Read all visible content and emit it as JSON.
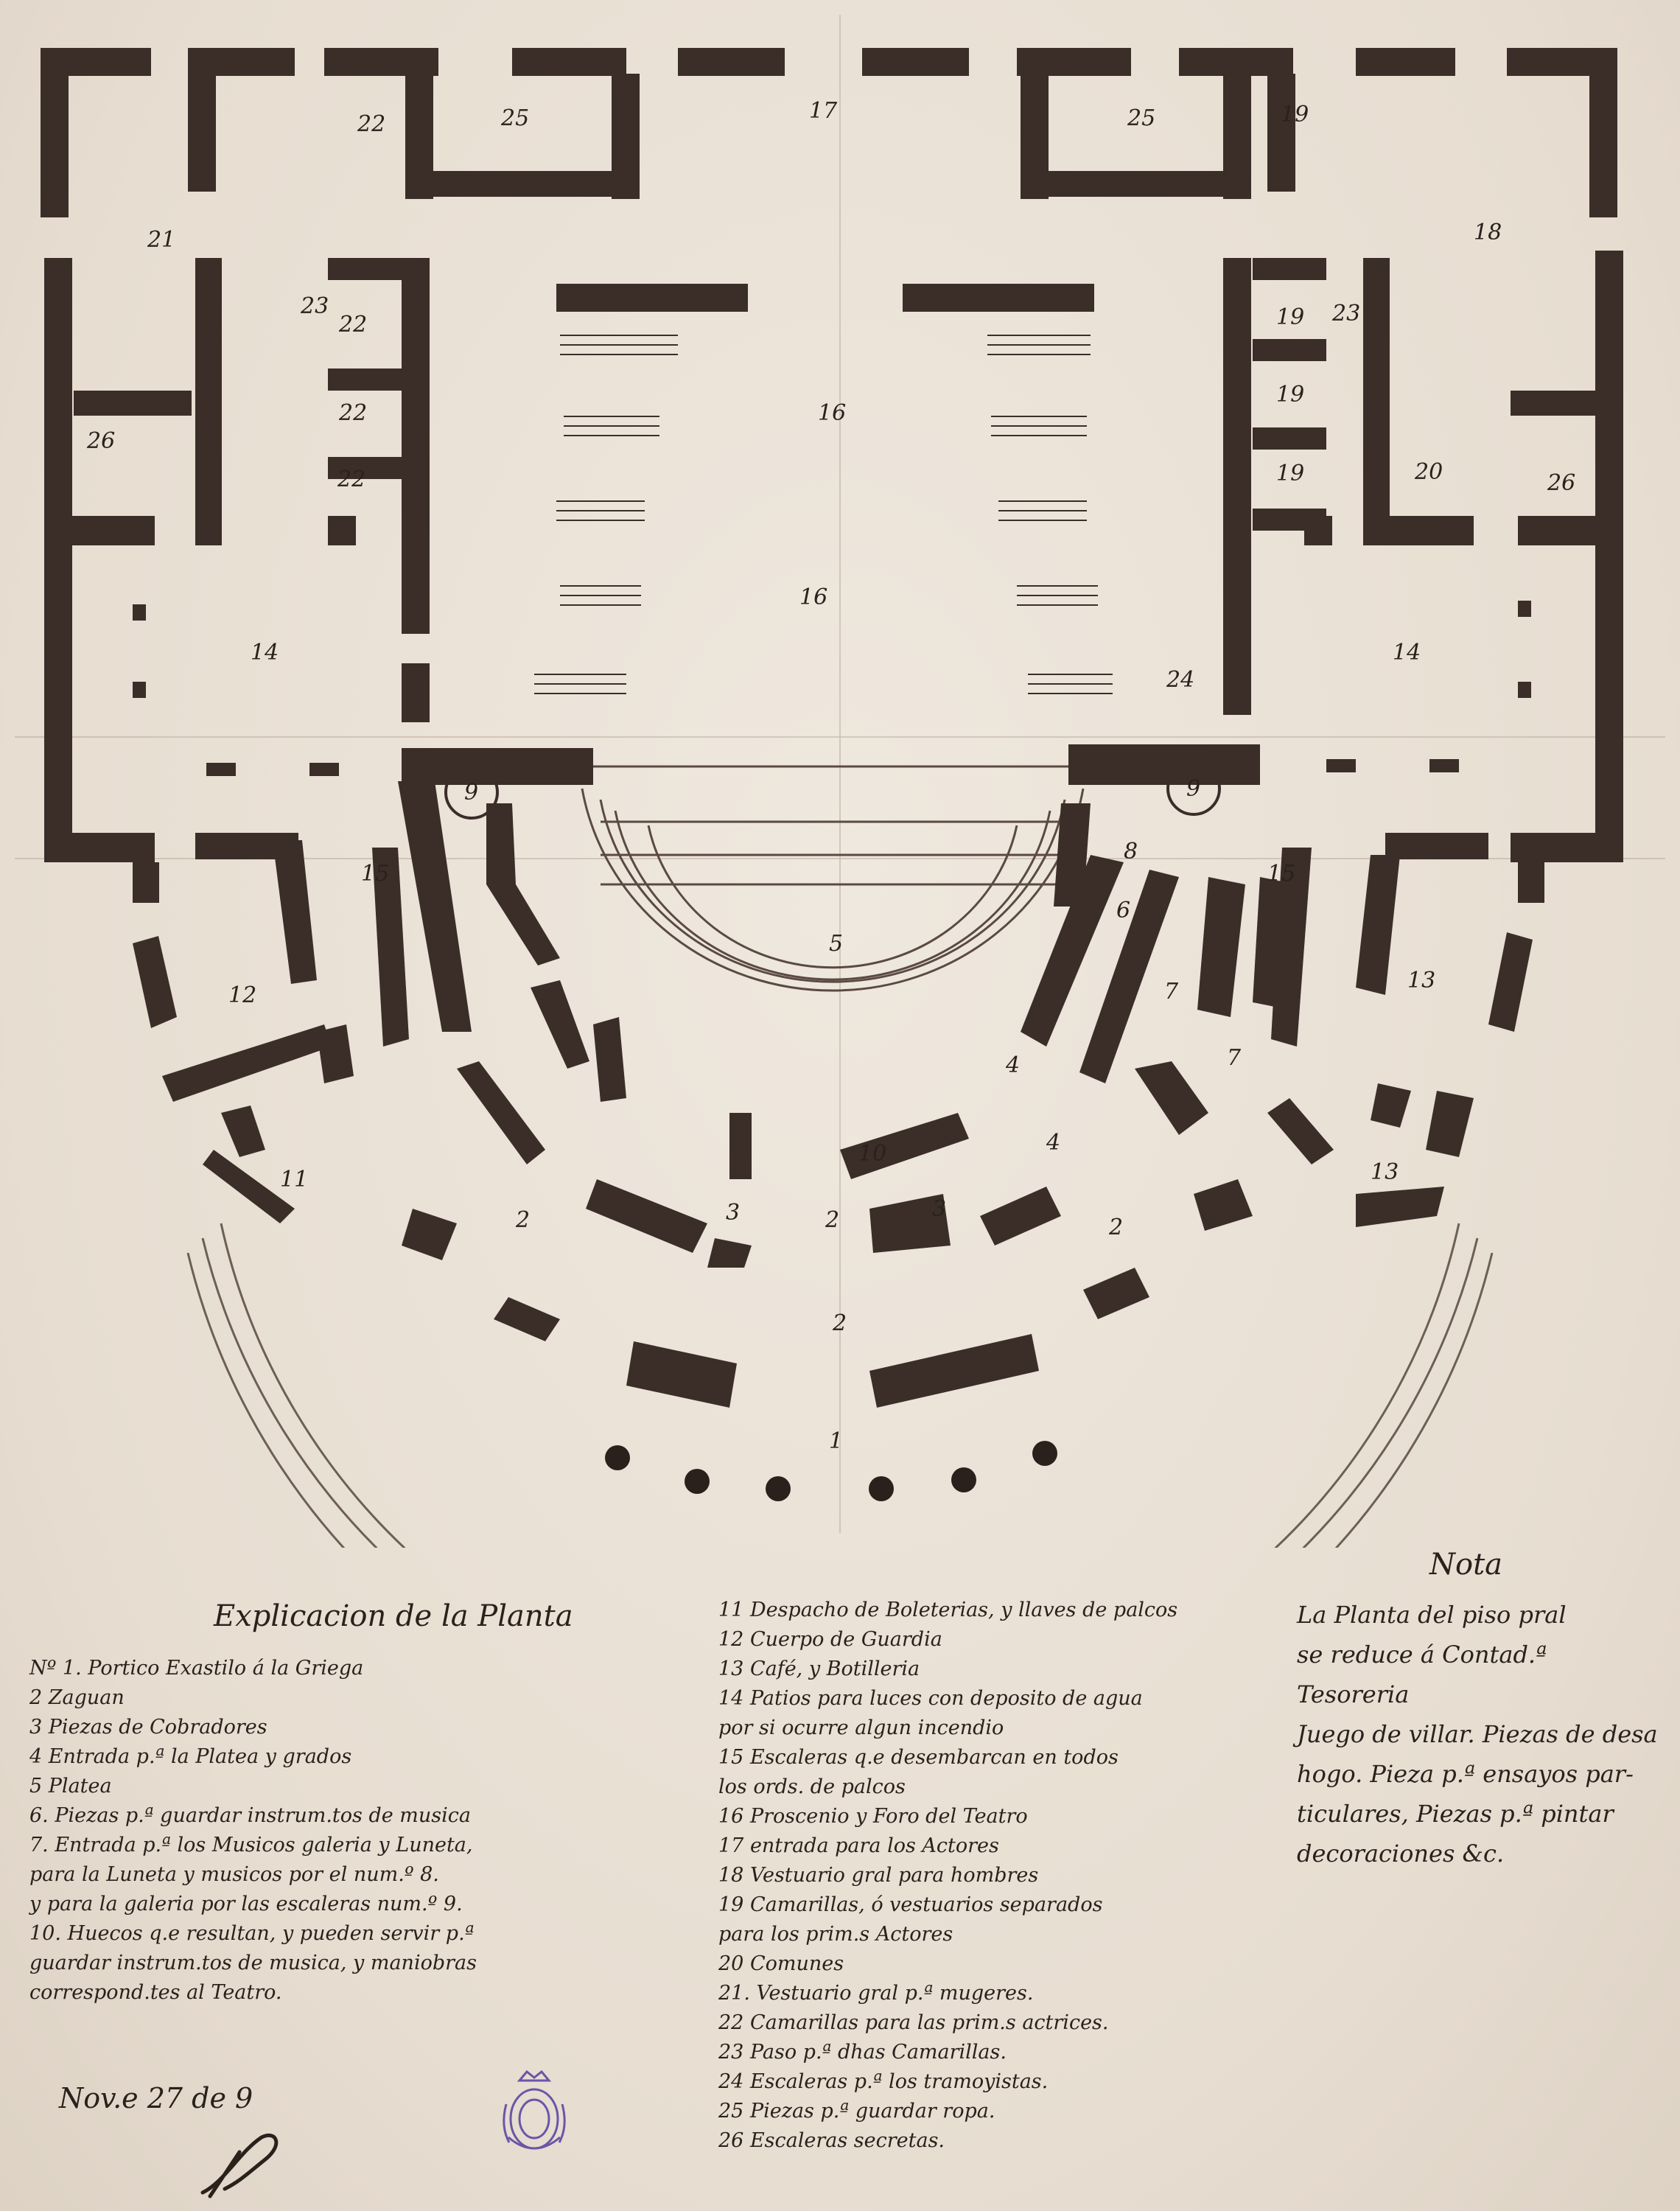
{
  "rooms": {
    "r1": "1",
    "r2a": "2",
    "r2b": "2",
    "r2c": "2",
    "r2d": "2",
    "r3a": "3",
    "r3b": "3",
    "r4a": "4",
    "r4b": "4",
    "r5": "5",
    "r6": "6",
    "r7a": "7",
    "r7b": "7",
    "r8": "8",
    "r9a": "9",
    "r9b": "9",
    "r10": "10",
    "r11": "11",
    "r12": "12",
    "r13a": "13",
    "r13b": "13",
    "r14a": "14",
    "r14b": "14",
    "r15a": "15",
    "r15b": "15",
    "r16a": "16",
    "r16b": "16",
    "r17": "17",
    "r18": "18",
    "r19a": "19",
    "r19b": "19",
    "r19c": "19",
    "r19d": "19",
    "r20": "20",
    "r21": "21",
    "r22a": "22",
    "r22b": "22",
    "r22c": "22",
    "r22d": "22",
    "r23a": "23",
    "r23b": "23",
    "r24": "24",
    "r25a": "25",
    "r25b": "25",
    "r26a": "26",
    "r26b": "26"
  },
  "legend": {
    "title": "Explicacion de la Planta",
    "left": [
      "Nº 1. Portico Exastilo á la Griega",
      "2 Zaguan",
      "3 Piezas de Cobradores",
      "4 Entrada p.ª la Platea y grados",
      "5 Platea",
      "6. Piezas p.ª guardar instrum.tos de musica",
      "7. Entrada p.ª los Musicos galeria y Luneta,",
      "para la Luneta y musicos por el num.º 8.",
      "y para la galeria por las escaleras num.º 9.",
      "10. Huecos q.e resultan, y pueden servir p.ª",
      "guardar instrum.tos de musica, y maniobras",
      "correspond.tes al Teatro."
    ],
    "middle": [
      "11 Despacho de Boleterias, y llaves de palcos",
      "12 Cuerpo de Guardia",
      "13 Café, y Botilleria",
      "14 Patios para luces con deposito de agua",
      "por si ocurre algun incendio",
      "15 Escaleras q.e desembarcan en todos",
      "los ords. de palcos",
      "16 Proscenio y Foro del Teatro",
      "17 entrada para los Actores",
      "18 Vestuario gral para hombres",
      "19 Camarillas, ó vestuarios separados",
      "para los prim.s Actores",
      "20 Comunes",
      "21. Vestuario gral p.ª mugeres.",
      "22 Camarillas para las prim.s actrices.",
      "23 Paso p.ª dhas Camarillas.",
      "24 Escaleras p.ª los tramoyistas.",
      "25 Piezas p.ª guardar ropa.",
      "26 Escaleras secretas."
    ]
  },
  "nota": {
    "title": "Nota",
    "lines": [
      "La Planta del piso pral",
      "se reduce á Contad.ª Tesoreria",
      "Juego de villar. Piezas de desa",
      "hogo. Pieza p.ª ensayos par-",
      "ticulares, Piezas p.ª pintar",
      "decoraciones &c."
    ]
  },
  "date": "Nov.e 27 de 9",
  "colors": {
    "paper": "#ece4d9",
    "ink": "#3b2e29",
    "wash": "#ddd2c4"
  }
}
